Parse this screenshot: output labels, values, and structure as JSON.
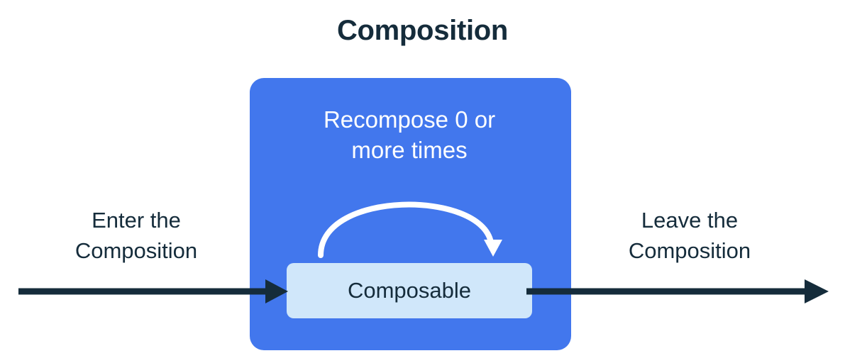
{
  "diagram": {
    "title": "Composition",
    "colors": {
      "background": "#ffffff",
      "composition_fill": "#4277ED",
      "composable_fill": "#D0E7FA",
      "text_dark": "#152c3b",
      "text_light": "#ffffff",
      "arrow_dark": "#152c3b",
      "arrow_light": "#ffffff"
    },
    "composition_region": {
      "name": "Composition",
      "recompose_label": {
        "line1": "Recompose 0 or",
        "line2": "more times"
      },
      "recompose_arrow_icon": "loop-arrow-icon",
      "composable_node": {
        "label": "Composable"
      }
    },
    "enter": {
      "caption_line1": "Enter the",
      "caption_line2": "Composition",
      "arrow_icon": "arrow-right-icon"
    },
    "leave": {
      "caption_line1": "Leave the",
      "caption_line2": "Composition",
      "arrow_icon": "arrow-right-icon"
    }
  }
}
